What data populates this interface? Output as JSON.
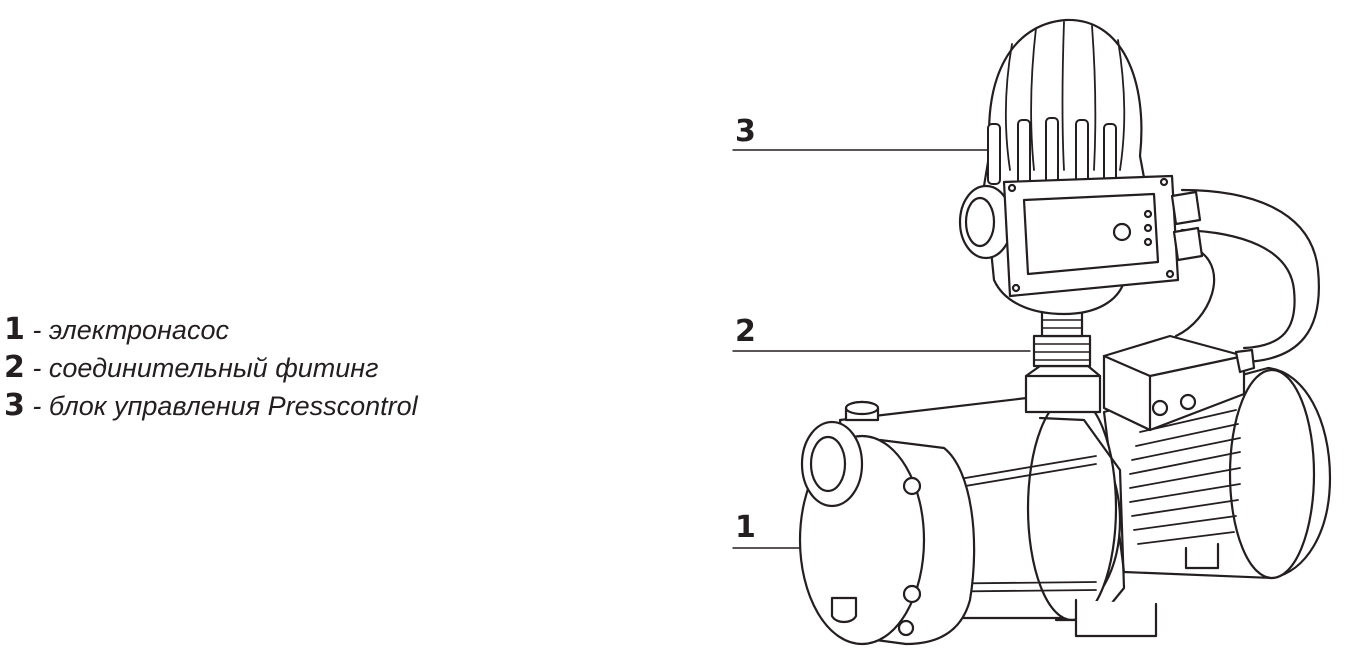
{
  "legend": {
    "items": [
      {
        "num": "1",
        "sep": " - ",
        "text": "электронасос"
      },
      {
        "num": "2",
        "sep": " - ",
        "text": "соединительный фитинг"
      },
      {
        "num": "3",
        "sep": " - ",
        "text": "блок управления Presscontrol"
      }
    ]
  },
  "callouts": {
    "c1": "1",
    "c2": "2",
    "c3": "3"
  },
  "colors": {
    "line": "#231f20",
    "background": "#ffffff"
  }
}
